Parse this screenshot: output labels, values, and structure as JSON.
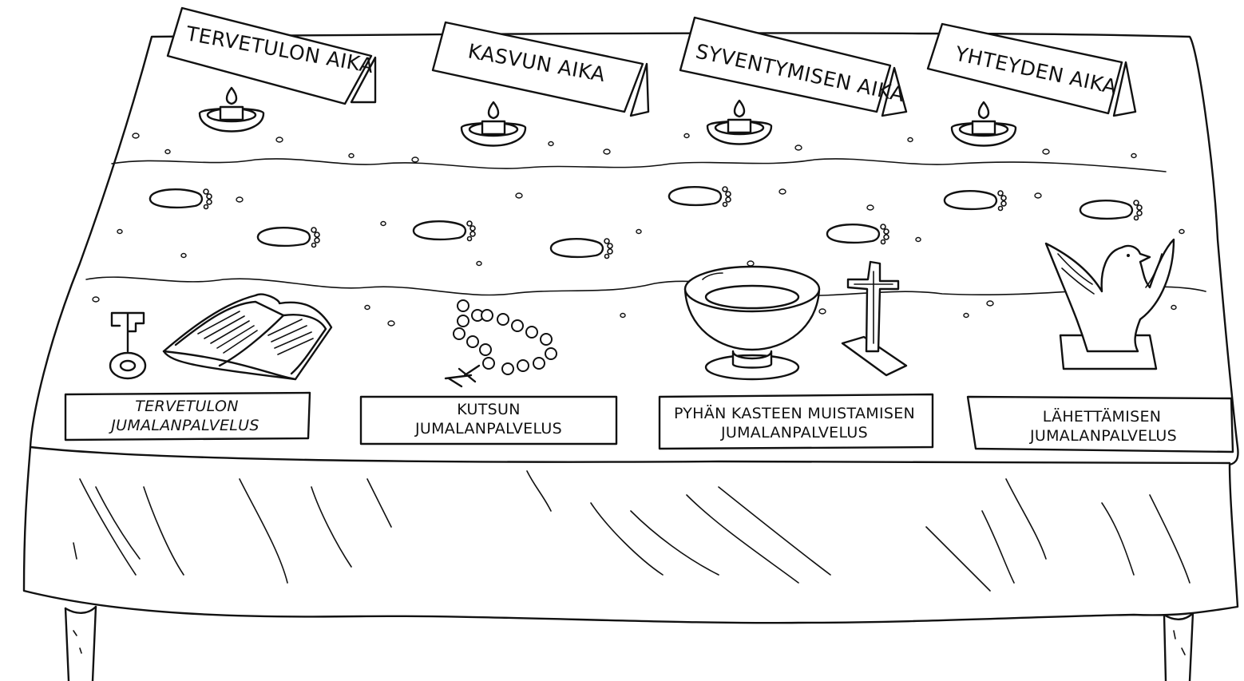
{
  "scene": {
    "tent_cards": [
      {
        "label": "TERVETULON AIKA"
      },
      {
        "label": "KASVUN AIKA"
      },
      {
        "label": "SYVENTYMISEN AIKA"
      },
      {
        "label": "YHTEYDEN AIKA"
      }
    ],
    "plaques": [
      {
        "line1": "TERVETULON",
        "line2": "JUMALANPALVELUS"
      },
      {
        "line1": "KUTSUN",
        "line2": "JUMALANPALVELUS"
      },
      {
        "line1": "PYHÄN KASTEEN MUISTAMISEN",
        "line2": "JUMALANPALVELUS"
      },
      {
        "line1": "LÄHETTÄMISEN",
        "line2": "JUMALANPALVELUS"
      }
    ],
    "objects": [
      "key-icon",
      "open-bible-icon",
      "rosary-icon",
      "baptismal-font-icon",
      "standing-cross-icon",
      "dove-statue-icon",
      "candle-icon",
      "footprint-icon"
    ],
    "ink_color": "#111111",
    "paper_color": "#ffffff"
  }
}
